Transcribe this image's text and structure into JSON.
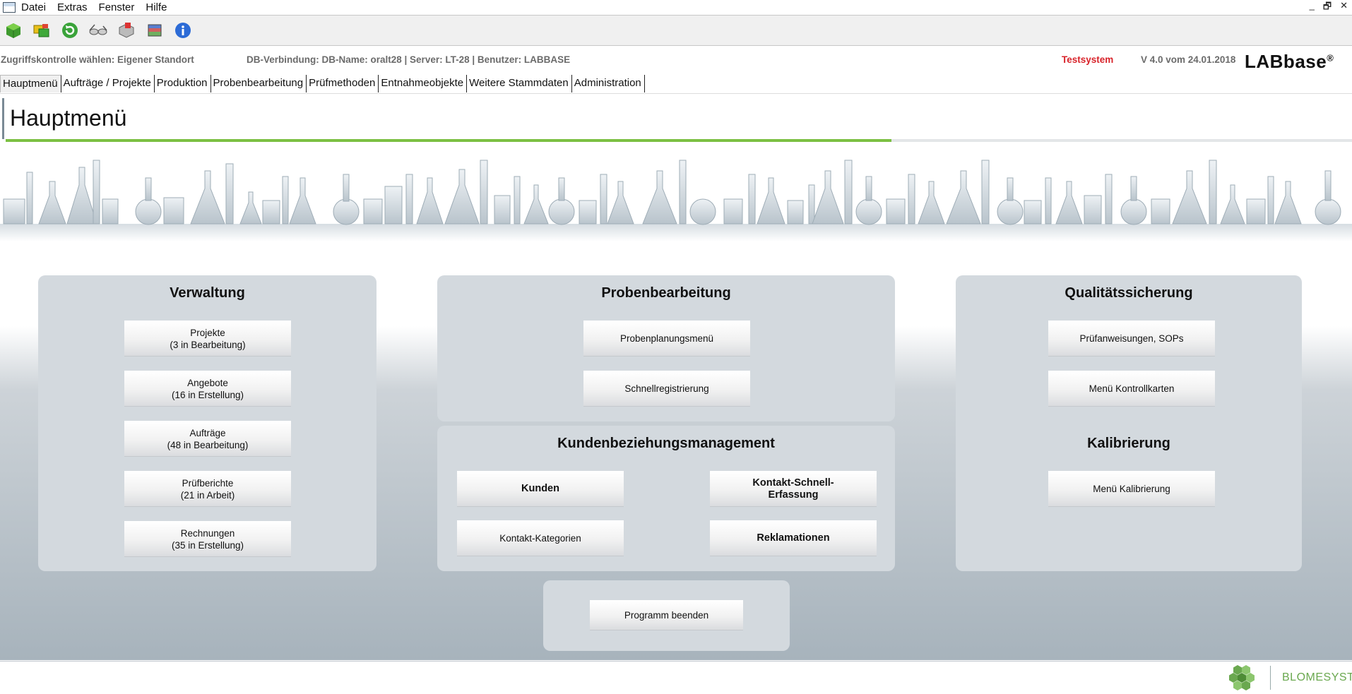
{
  "menubar": {
    "items": [
      "Datei",
      "Extras",
      "Fenster",
      "Hilfe"
    ],
    "window_controls": [
      "_",
      "🗗",
      "✕"
    ]
  },
  "toolbar": {
    "icons": [
      "cube-green-icon",
      "folders-icon",
      "refresh-icon",
      "glasses-icon",
      "cube-red-icon",
      "books-icon",
      "info-icon"
    ]
  },
  "infobar": {
    "access_control": "Zugriffskontrolle wählen: Eigener Standort",
    "db_connection": "DB-Verbindung: DB-Name: oralt28 | Server: LT-28 | Benutzer: LABBASE",
    "test_system": "Testsystem",
    "version": "V 4.0 vom 24.01.2018",
    "logo": "LABbase",
    "logo_mark": "®"
  },
  "tabs": [
    "Hauptmenü",
    "Aufträge / Projekte",
    "Produktion",
    "Probenbearbeitung",
    "Prüfmethoden",
    "Entnahmeobjekte",
    "Weitere Stammdaten",
    "Administration"
  ],
  "page_title": "Hauptmenü",
  "verwaltung": {
    "title": "Verwaltung",
    "buttons": [
      {
        "line1": "Projekte",
        "line2": "(3 in Bearbeitung)"
      },
      {
        "line1": "Angebote",
        "line2": "(16 in Erstellung)"
      },
      {
        "line1": "Aufträge",
        "line2": "(48 in Bearbeitung)"
      },
      {
        "line1": "Prüfberichte",
        "line2": "(21 in Arbeit)"
      },
      {
        "line1": "Rechnungen",
        "line2": "(35 in Erstellung)"
      }
    ]
  },
  "probenbearbeitung": {
    "title": "Probenbearbeitung",
    "buttons": [
      "Probenplanungsmenü",
      "Schnellregistrierung"
    ]
  },
  "kbm": {
    "title": "Kundenbeziehungsmanagement",
    "kunden": "Kunden",
    "kontakt_schnell_1": "Kontakt-Schnell-",
    "kontakt_schnell_2": "Erfassung",
    "kontakt_kategorien": "Kontakt-Kategorien",
    "reklamationen": "Reklamationen"
  },
  "qualitaet": {
    "title": "Qualitätssicherung",
    "buttons": [
      "Prüfanweisungen, SOPs",
      "Menü Kontrollkarten"
    ]
  },
  "kalibrierung": {
    "title": "Kalibrierung",
    "button": "Menü Kalibrierung"
  },
  "exit_button": "Programm beenden",
  "footer": {
    "brand": "BLOMESYSTEM"
  },
  "colors": {
    "accent_green": "#7cc043",
    "test_red": "#d8232a",
    "panel": "#d3d9de"
  }
}
